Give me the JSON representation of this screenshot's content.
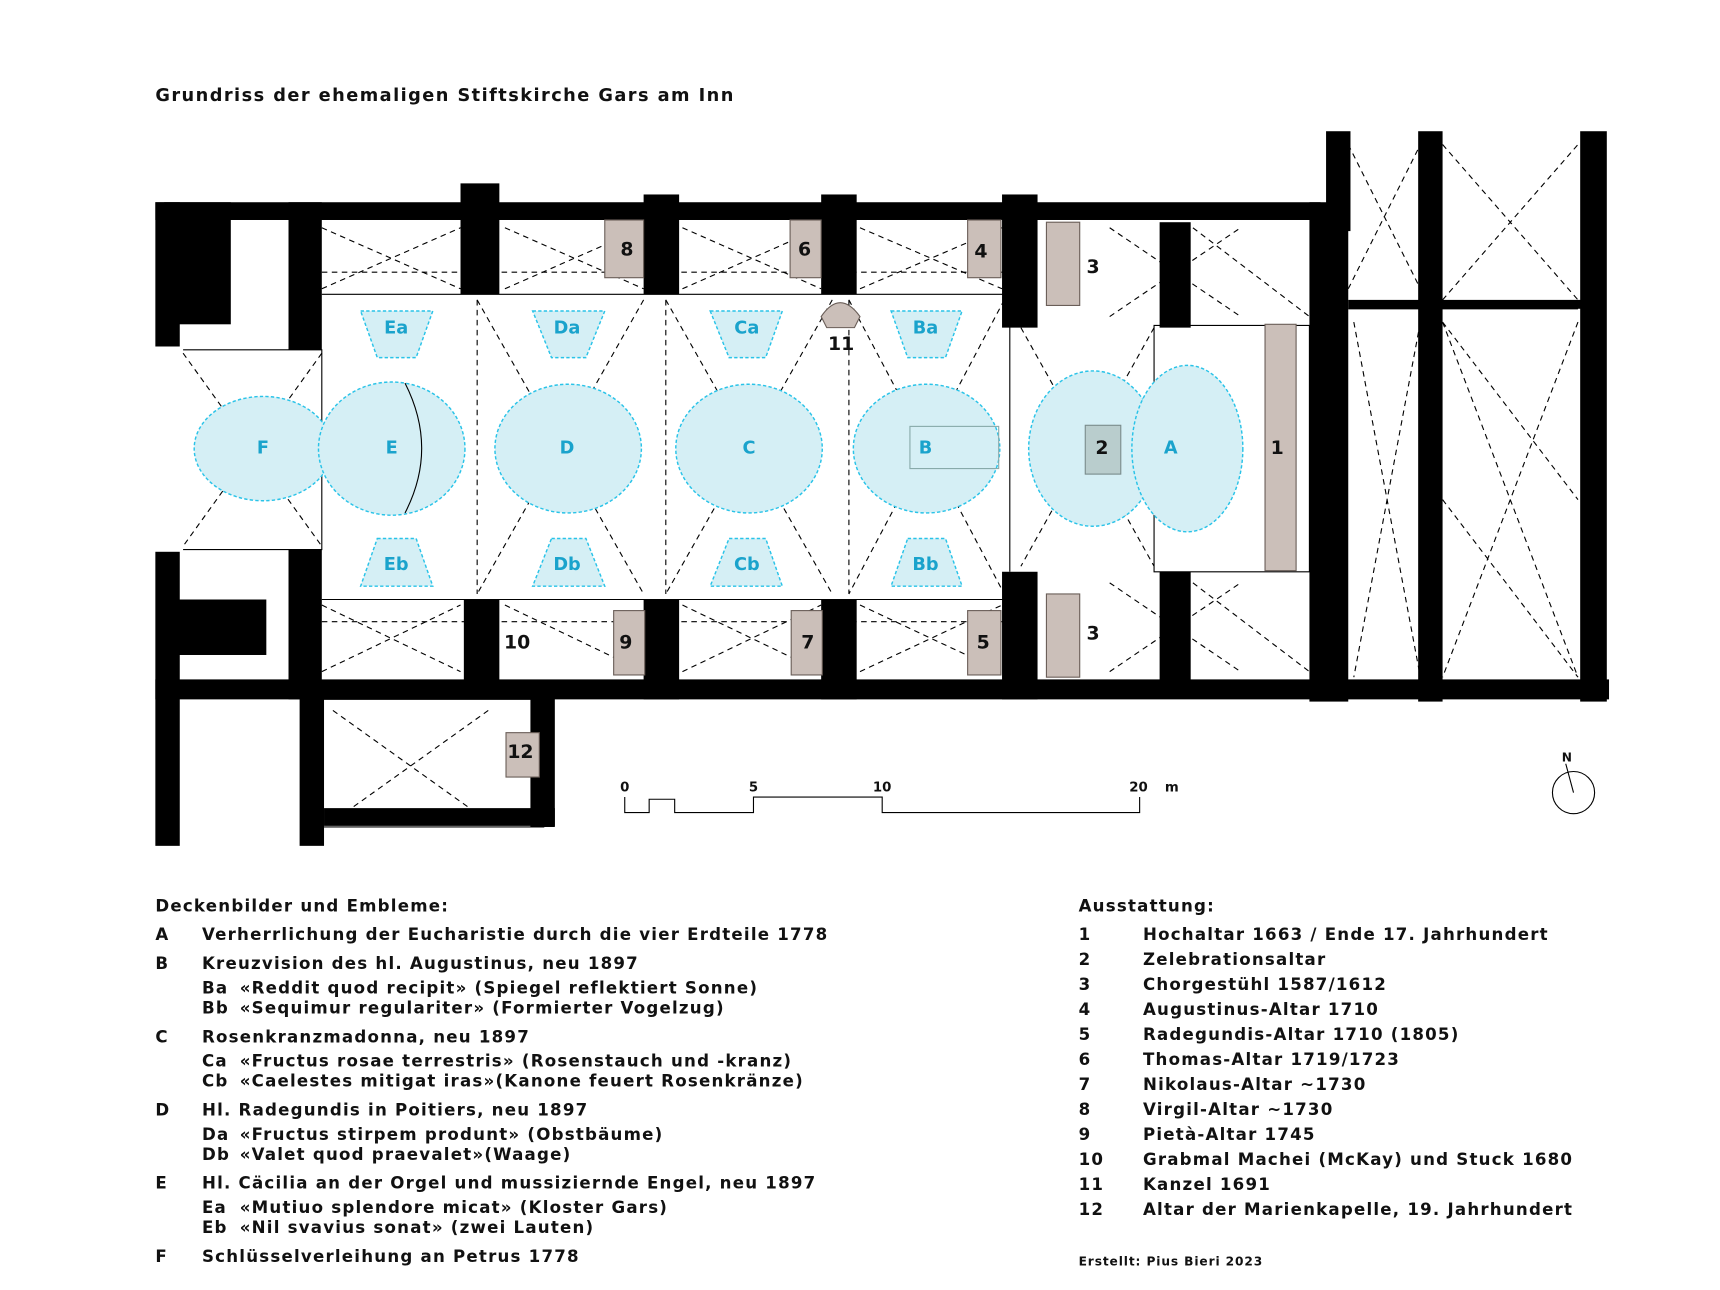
{
  "title": "Grundriss der ehemaligen Stiftskirche Gars am Inn",
  "plan": {
    "medallions": [
      "F",
      "E",
      "D",
      "C",
      "B",
      "A"
    ],
    "emblems": [
      "Ea",
      "Da",
      "Ca",
      "Ba",
      "Eb",
      "Db",
      "Cb",
      "Bb"
    ],
    "numbers": [
      "8",
      "6",
      "4",
      "3",
      "3",
      "11",
      "2",
      "1",
      "10",
      "9",
      "7",
      "5",
      "12"
    ],
    "scale": {
      "ticks": [
        "0",
        "5",
        "10",
        "20"
      ],
      "unit": "m"
    },
    "north": "N"
  },
  "colors": {
    "medallion_fill": "#d5eff5",
    "medallion_stroke": "#29c3e8",
    "label": "#1aa3cc",
    "furniture": "#cbbfb9"
  },
  "legend_left": {
    "heading": "Deckenbilder und Embleme:",
    "items": [
      {
        "code": "A",
        "text": "Verherrlichung der Eucharistie durch die vier Erdteile 1778",
        "subs": []
      },
      {
        "code": "B",
        "text": "Kreuzvision des hl. Augustinus, neu 1897",
        "subs": [
          {
            "code": "Ba",
            "text": "«Reddit quod recipit» (Spiegel reflektiert Sonne)"
          },
          {
            "code": "Bb",
            "text": "«Sequimur regulariter» (Formierter Vogelzug)"
          }
        ]
      },
      {
        "code": "C",
        "text": "Rosenkranzmadonna, neu 1897",
        "subs": [
          {
            "code": "Ca",
            "text": "«Fructus rosae terrestris» (Rosenstauch und -kranz)"
          },
          {
            "code": "Cb",
            "text": "«Caelestes mitigat iras»(Kanone feuert Rosenkränze)"
          }
        ]
      },
      {
        "code": "D",
        "text": "Hl. Radegundis in Poitiers, neu 1897",
        "subs": [
          {
            "code": "Da",
            "text": "«Fructus stirpem produnt» (Obstbäume)"
          },
          {
            "code": "Db",
            "text": "«Valet quod praevalet»(Waage)"
          }
        ]
      },
      {
        "code": "E",
        "text": "Hl. Cäcilia an der Orgel und mussiziernde Engel, neu 1897",
        "subs": [
          {
            "code": "Ea",
            "text": "«Mutiuo splendore micat» (Kloster Gars)"
          },
          {
            "code": "Eb",
            "text": "«Nil svavius sonat» (zwei Lauten)"
          }
        ]
      },
      {
        "code": "F",
        "text": "Schlüsselverleihung an Petrus 1778",
        "subs": []
      }
    ]
  },
  "legend_right": {
    "heading": "Ausstattung:",
    "items": [
      {
        "code": "1",
        "text": "Hochaltar 1663 / Ende 17. Jahrhundert"
      },
      {
        "code": "2",
        "text": "Zelebrationsaltar"
      },
      {
        "code": "3",
        "text": "Chorgestühl 1587/1612"
      },
      {
        "code": "4",
        "text": "Augustinus-Altar 1710"
      },
      {
        "code": "5",
        "text": "Radegundis-Altar 1710 (1805)"
      },
      {
        "code": "6",
        "text": "Thomas-Altar 1719/1723"
      },
      {
        "code": "7",
        "text": "Nikolaus-Altar ~1730"
      },
      {
        "code": "8",
        "text": "Virgil-Altar ~1730"
      },
      {
        "code": "9",
        "text": "Pietà-Altar 1745"
      },
      {
        "code": "10",
        "text": "Grabmal Machei (McKay) und Stuck 1680"
      },
      {
        "code": "11",
        "text": "Kanzel 1691"
      },
      {
        "code": "12",
        "text": "Altar der Marienkapelle, 19. Jahrhundert"
      }
    ]
  },
  "credit": "Erstellt: Pius Bieri 2023"
}
